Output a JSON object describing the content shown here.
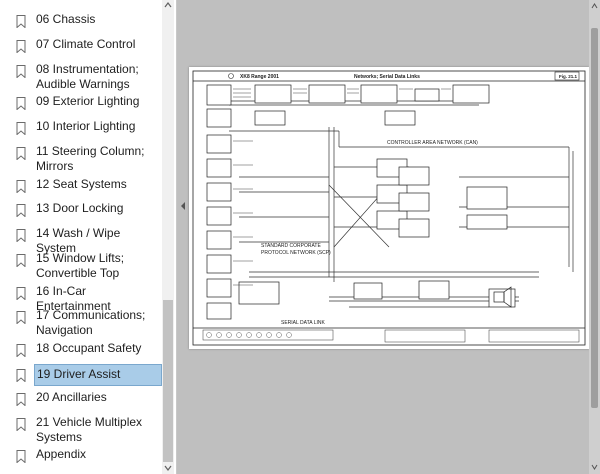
{
  "bookmarks": [
    {
      "label": "06 Chassis"
    },
    {
      "label": "07 Climate Control"
    },
    {
      "label": "08 Instrumentation; Audible Warnings"
    },
    {
      "label": "09 Exterior Lighting"
    },
    {
      "label": "10 Interior Lighting"
    },
    {
      "label": "11 Steering Column; Mirrors"
    },
    {
      "label": "12 Seat Systems"
    },
    {
      "label": "13 Door Locking"
    },
    {
      "label": "14 Wash / Wipe System"
    },
    {
      "label": "15 Window Lifts; Convertible Top"
    },
    {
      "label": "16 In-Car Entertainment"
    },
    {
      "label": "17 Communications; Navigation"
    },
    {
      "label": "18 Occupant Safety"
    },
    {
      "label": "19 Driver Assist",
      "selected": true
    },
    {
      "label": "20 Ancillaries"
    },
    {
      "label": "21 Vehicle Multiplex Systems"
    },
    {
      "label": "Appendix"
    }
  ],
  "document": {
    "header_range": "XK8 Range 2001",
    "header_title": "Networks; Serial Data Links",
    "fig_label": "Fig. 21.1",
    "label_can": "CONTROLLER AREA NETWORK (CAN)",
    "label_scp_1": "STANDARD CORPORATE",
    "label_scp_2": "PROTOCOL NETWORK (SCP)",
    "label_sdl": "SERIAL DATA LINK"
  }
}
